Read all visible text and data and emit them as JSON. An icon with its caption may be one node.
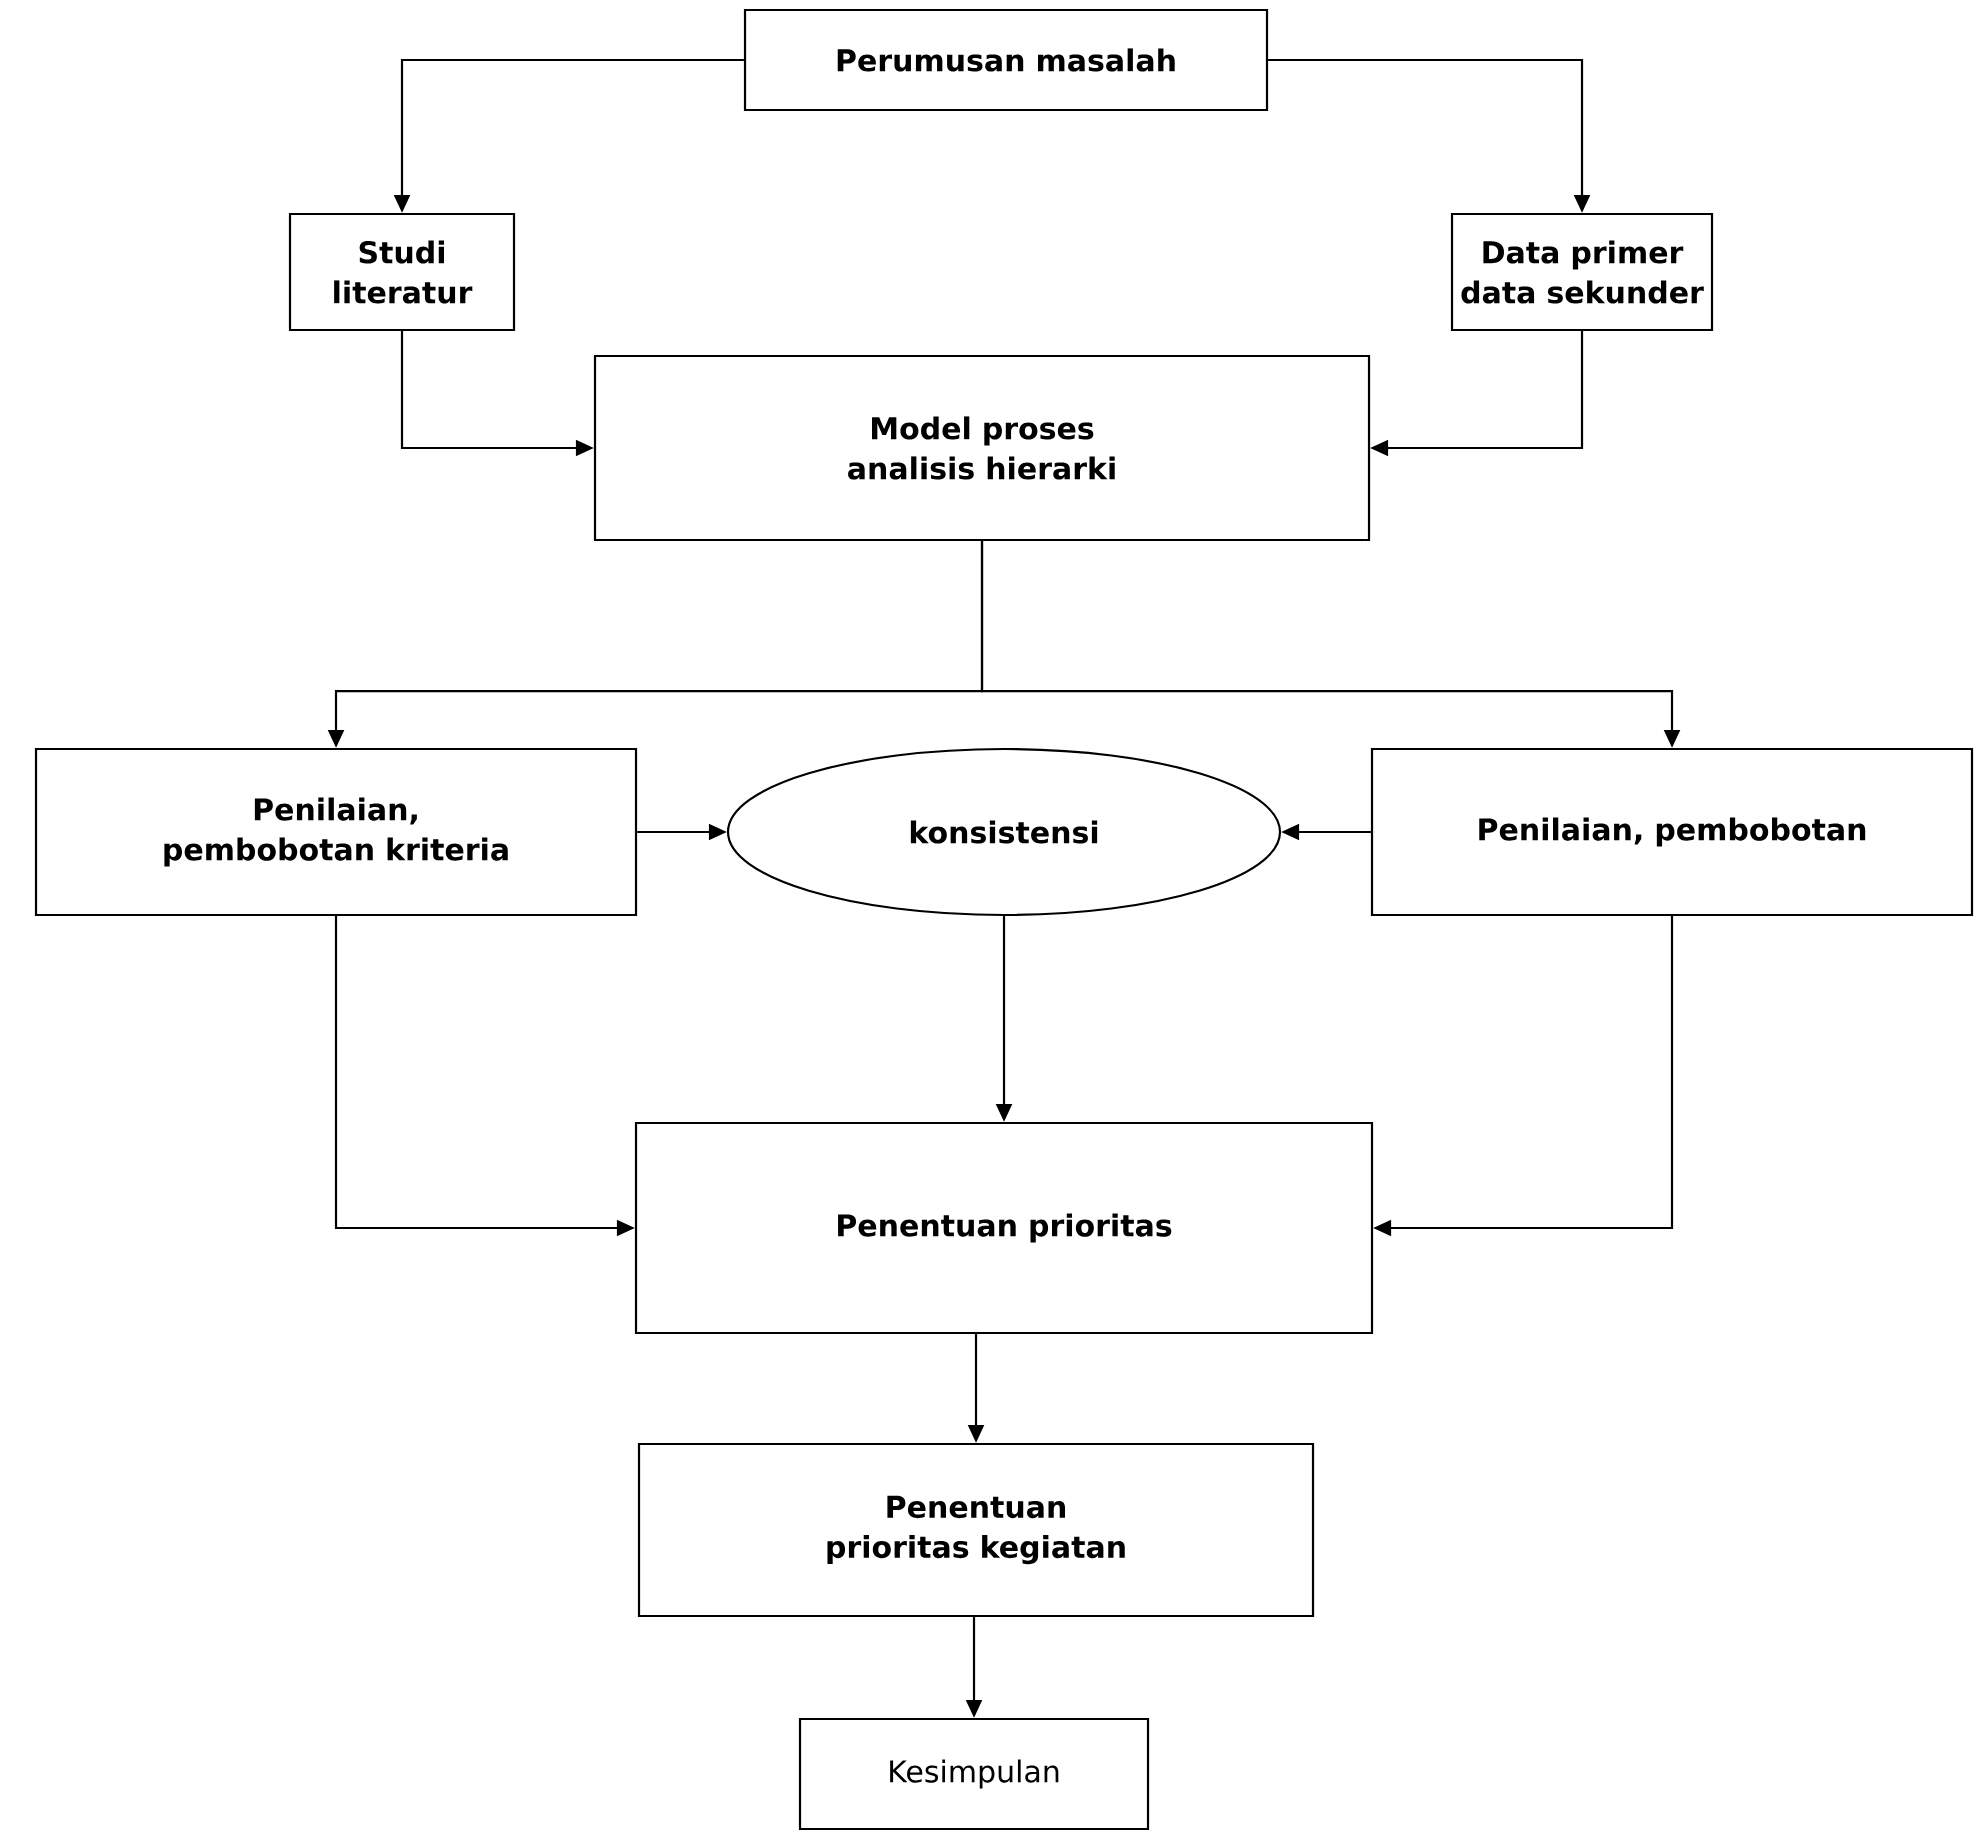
{
  "diagram": {
    "nodes": [
      {
        "text": [
          "Perumusan masalah"
        ]
      },
      {
        "text": [
          "Studi literatur"
        ]
      },
      {
        "text": [
          "Data primer data sekunder"
        ]
      },
      {
        "text": [
          "Model proses analisis hierarki"
        ]
      },
      {
        "text": [
          "Penilaian, pembobotan kriteria"
        ]
      },
      {
        "text": [
          "konsistensi"
        ]
      },
      {
        "text": [
          "Penilaian, pembobotan"
        ]
      },
      {
        "text": [
          "Penentuan prioritas"
        ]
      },
      {
        "text": [
          "Penentuan prioritas kegiatan"
        ]
      },
      {
        "text": [
          "Kesimpulan"
        ]
      }
    ],
    "edges": [
      {
        "from": 0,
        "to": 1,
        "arrow": "to"
      },
      {
        "from": 0,
        "to": 2,
        "arrow": "to"
      },
      {
        "from": 1,
        "to": 3,
        "arrow": "to"
      },
      {
        "from": 2,
        "to": 3,
        "arrow": "to"
      },
      {
        "from": 3,
        "to": 4,
        "arrow": "to"
      },
      {
        "from": 3,
        "to": 6,
        "arrow": "to"
      },
      {
        "from": 4,
        "to": 5,
        "arrow": "to"
      },
      {
        "from": 6,
        "to": 5,
        "arrow": "to"
      },
      {
        "from": 4,
        "to": 7,
        "arrow": "to"
      },
      {
        "from": 5,
        "to": 7,
        "arrow": "to"
      },
      {
        "from": 6,
        "to": 7,
        "arrow": "to"
      },
      {
        "from": 7,
        "to": 8,
        "arrow": "to"
      },
      {
        "from": 8,
        "to": 9,
        "arrow": "to"
      }
    ]
  }
}
